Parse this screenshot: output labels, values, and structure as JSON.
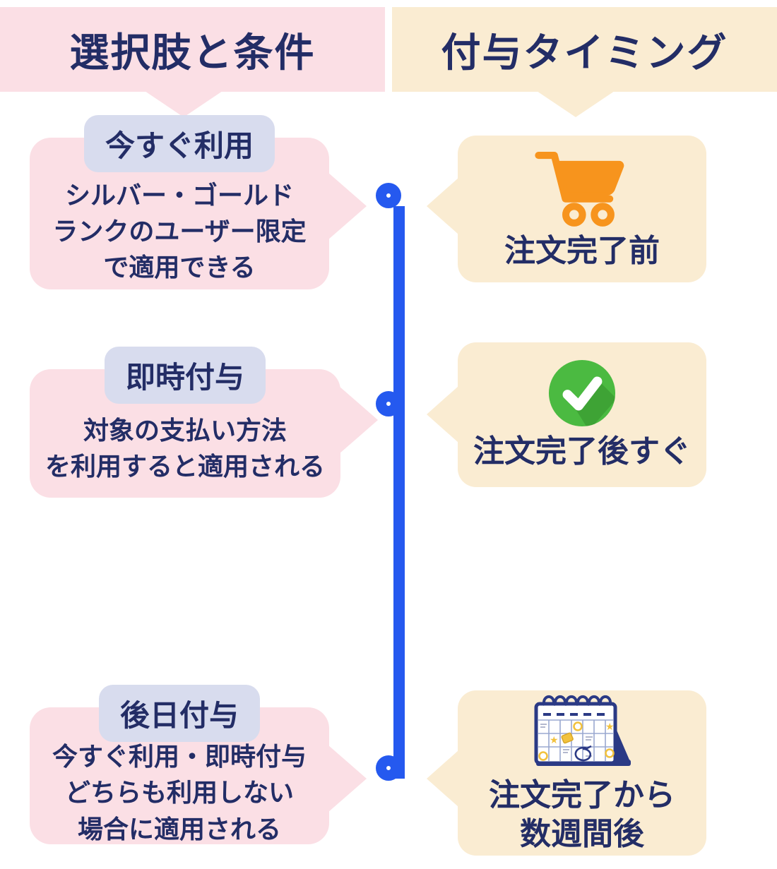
{
  "headers": {
    "left": "選択肢と条件",
    "right": "付与タイミング"
  },
  "options": [
    {
      "title": "今すぐ利用",
      "body": "シルバー・ゴールド\nランクのユーザー限定\nで適用できる"
    },
    {
      "title": "即時付与",
      "body": "対象の支払い方法\nを利用すると適用される"
    },
    {
      "title": "後日付与",
      "body": "今すぐ利用・即時付与\nどちらも利用しない\n場合に適用される"
    }
  ],
  "timings": [
    {
      "icon": "shopping-cart-icon",
      "label": "注文完了前"
    },
    {
      "icon": "check-circle-icon",
      "label": "注文完了後すぐ"
    },
    {
      "icon": "calendar-icon",
      "label": "注文完了から\n数週間後"
    }
  ],
  "colors": {
    "pink": "#fbdfe5",
    "cream": "#faecd2",
    "lavender": "#d8dcee",
    "navy": "#232d66",
    "blue": "#2559ef",
    "orange": "#f7941d",
    "green": "#4bba41",
    "green-shadow": "#3ea335"
  }
}
